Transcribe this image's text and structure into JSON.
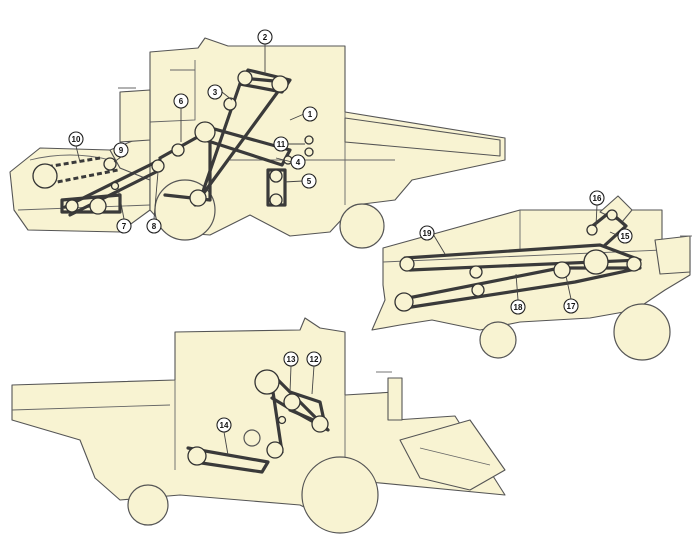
{
  "diagram": {
    "views": [
      "left-side-view",
      "right-side-view-lower",
      "rear-side-view-upper"
    ],
    "callouts": [
      "1",
      "2",
      "3",
      "4",
      "5",
      "6",
      "7",
      "8",
      "9",
      "10",
      "11",
      "12",
      "13",
      "14",
      "15",
      "16",
      "17",
      "18",
      "19"
    ]
  }
}
